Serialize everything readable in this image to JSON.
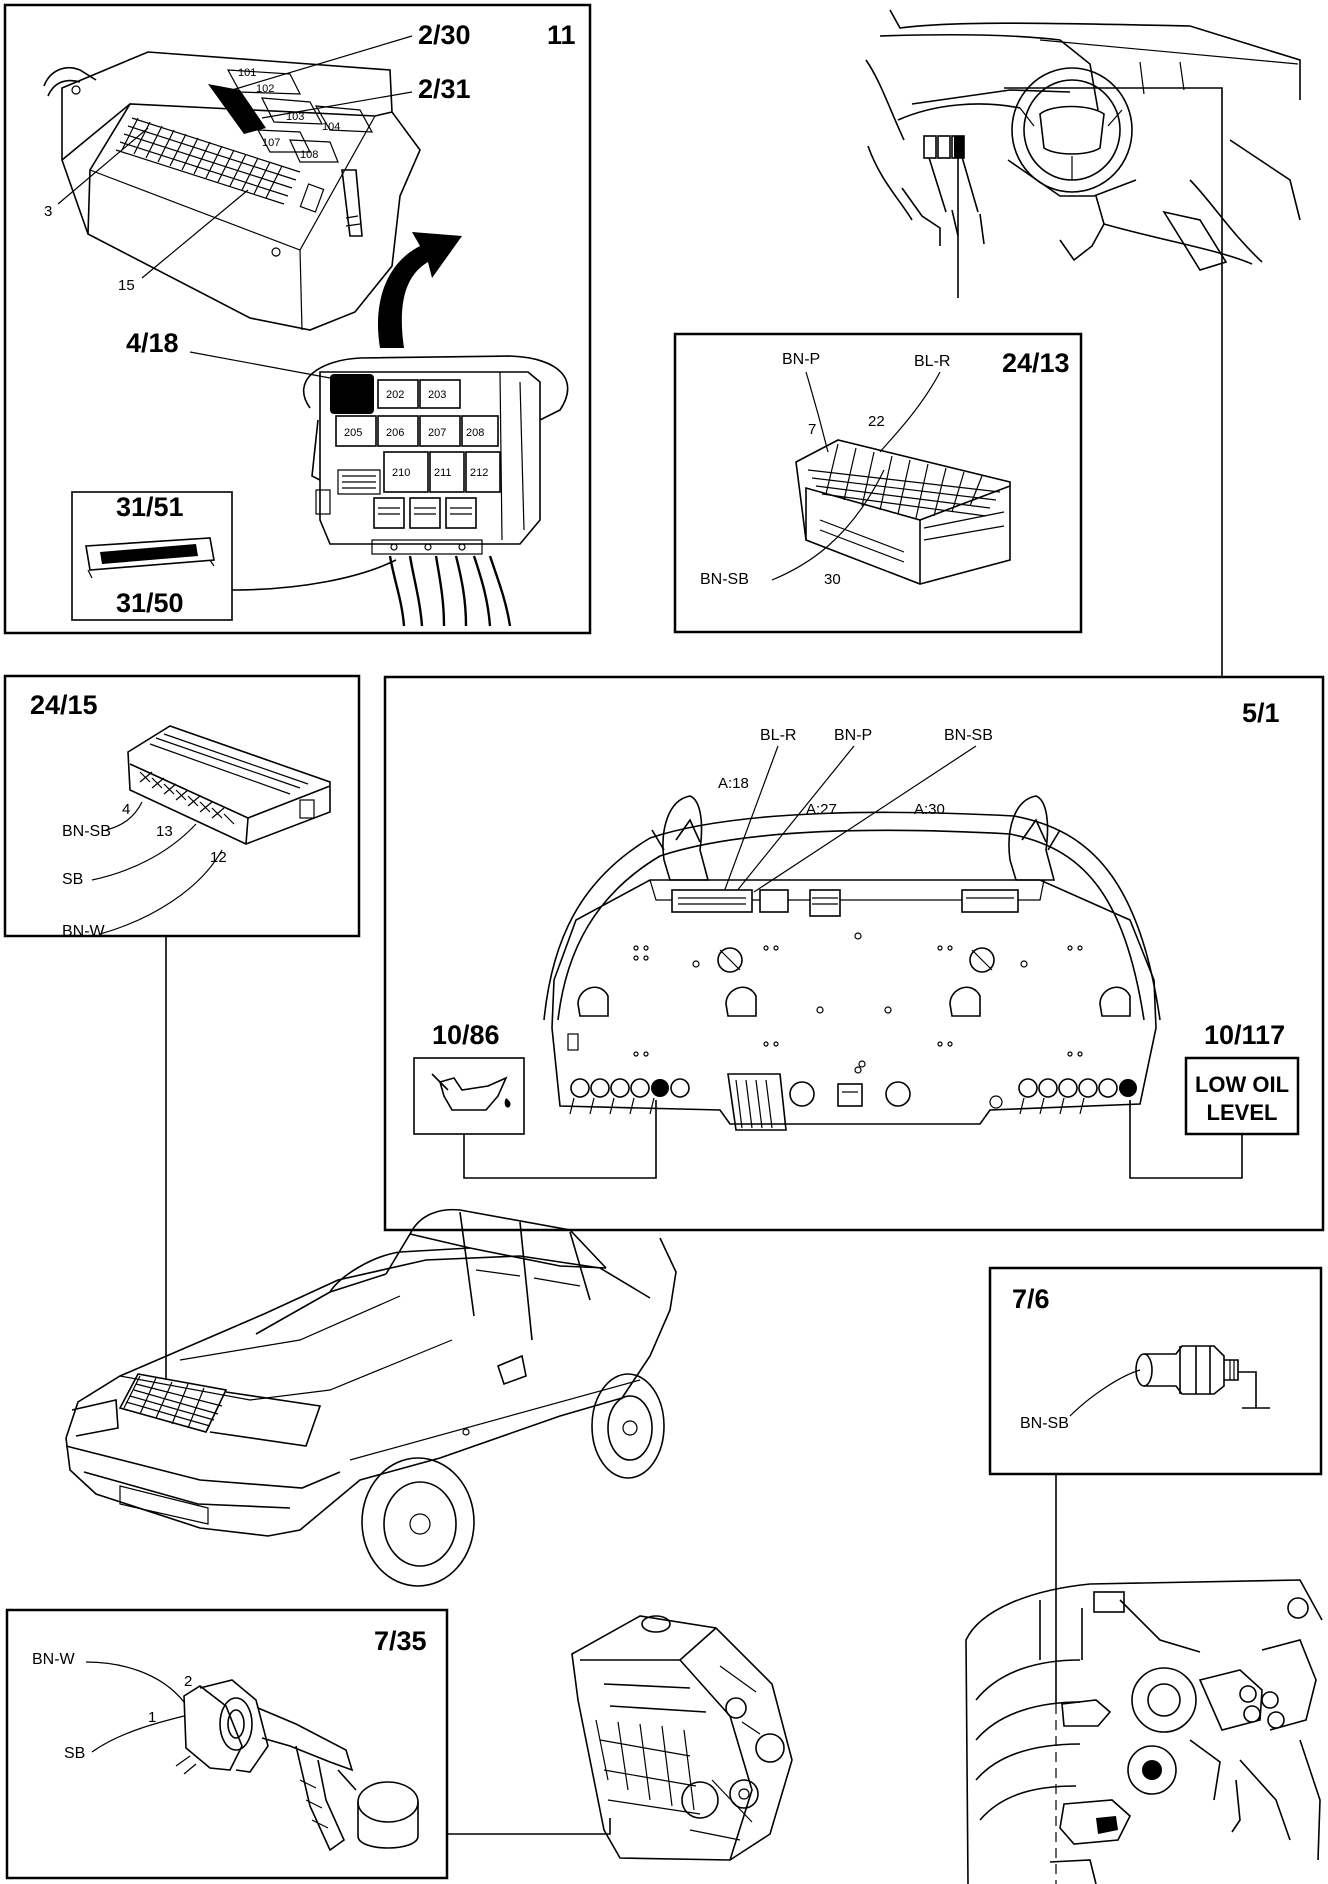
{
  "components": {
    "central_electronic": {
      "ref": "11",
      "fuse_labels": [
        "101",
        "102",
        "103",
        "104",
        "107",
        "108"
      ],
      "connectors": {
        "a": "2/30",
        "b": "2/31",
        "c": "3",
        "d": "15"
      }
    },
    "relay_box": {
      "ref": "4/18",
      "relay_labels": [
        "202",
        "203",
        "205",
        "206",
        "207",
        "208",
        "210",
        "211",
        "212"
      ]
    },
    "connector_block": {
      "upper": "31/51",
      "lower": "31/50"
    },
    "connector_24_13": {
      "ref": "24/13",
      "wires": [
        "BN-P",
        "BL-R",
        "BN-SB"
      ],
      "pins": [
        "7",
        "22",
        "30"
      ]
    },
    "connector_24_15": {
      "ref": "24/15",
      "wires": [
        "BN-SB",
        "SB",
        "BN-W"
      ],
      "pins": [
        "4",
        "13",
        "12"
      ]
    },
    "instrument_cluster": {
      "ref": "5/1",
      "wires": [
        "BL-R",
        "BN-P",
        "BN-SB"
      ],
      "pins": [
        "A:18",
        "A:27",
        "A:30"
      ]
    },
    "oil_can_symbol": {
      "ref": "10/86"
    },
    "low_oil_lamp": {
      "ref": "10/117",
      "text_line1": "LOW OIL",
      "text_line2": "LEVEL"
    },
    "oil_pressure_sensor": {
      "ref": "7/6",
      "wire": "BN-SB"
    },
    "oil_level_sensor": {
      "ref": "7/35",
      "wires": [
        "BN-W",
        "SB"
      ],
      "pins": [
        "2",
        "1"
      ]
    }
  }
}
